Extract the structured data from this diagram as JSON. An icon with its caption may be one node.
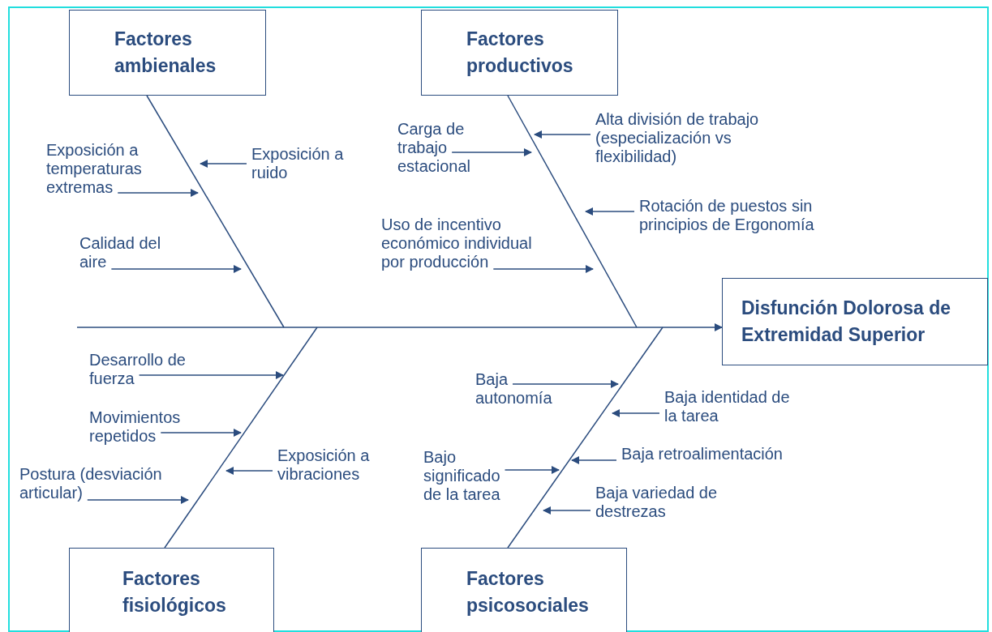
{
  "diagram": {
    "nodes": [
      {
        "text": [
          "Factores ambienales"
        ]
      },
      {
        "text": [
          "Factores productivos"
        ]
      },
      {
        "text": [
          "Exposición a temperaturas extremas"
        ]
      },
      {
        "text": [
          "Exposición a ruido"
        ]
      },
      {
        "text": [
          "Calidad del aire"
        ]
      },
      {
        "text": [
          "Carga de trabajo estacional"
        ]
      },
      {
        "text": [
          "Alta división de trabajo (especialización vs flexibilidad)"
        ]
      },
      {
        "text": [
          "Rotación de puestos sin principios de Ergonomía"
        ]
      },
      {
        "text": [
          "Uso de incentivo económico individual por producción"
        ]
      },
      {
        "text": [
          "Disfunción Dolorosa de Extremidad Superior"
        ]
      },
      {
        "text": [
          "Desarrollo de fuerza"
        ]
      },
      {
        "text": [
          "Movimientos repetidos"
        ]
      },
      {
        "text": [
          "Exposición a vibraciones"
        ]
      },
      {
        "text": [
          "Postura (desviación articular)"
        ]
      },
      {
        "text": [
          "Baja autonomía"
        ]
      },
      {
        "text": [
          "Baja identidad de la tarea"
        ]
      },
      {
        "text": [
          "Baja retroalimentación"
        ]
      },
      {
        "text": [
          "Bajo significado de la tarea"
        ]
      },
      {
        "text": [
          "Baja variedad de destrezas"
        ]
      },
      {
        "text": [
          "Factores fisiológicos"
        ]
      },
      {
        "text": [
          "Factores psicosociales"
        ]
      }
    ],
    "edges": [
      {
        "from": 0,
        "to": null,
        "arrow": "none"
      },
      {
        "from": 1,
        "to": null,
        "arrow": "none"
      },
      {
        "from": 19,
        "to": null,
        "arrow": "none"
      },
      {
        "from": 20,
        "to": null,
        "arrow": "none"
      },
      {
        "from": null,
        "to": 9,
        "arrow": "to"
      },
      {
        "from": 2,
        "to": null,
        "arrow": "to"
      },
      {
        "from": 3,
        "to": null,
        "arrow": "to"
      },
      {
        "from": 4,
        "to": null,
        "arrow": "to"
      },
      {
        "from": 5,
        "to": null,
        "arrow": "to"
      },
      {
        "from": 6,
        "to": null,
        "arrow": "to"
      },
      {
        "from": 7,
        "to": null,
        "arrow": "to"
      },
      {
        "from": 8,
        "to": null,
        "arrow": "to"
      },
      {
        "from": 10,
        "to": null,
        "arrow": "to"
      },
      {
        "from": 11,
        "to": null,
        "arrow": "to"
      },
      {
        "from": 12,
        "to": null,
        "arrow": "to"
      },
      {
        "from": 13,
        "to": null,
        "arrow": "to"
      },
      {
        "from": 14,
        "to": null,
        "arrow": "to"
      },
      {
        "from": 15,
        "to": null,
        "arrow": "to"
      },
      {
        "from": 16,
        "to": null,
        "arrow": "to"
      },
      {
        "from": 17,
        "to": null,
        "arrow": "to"
      },
      {
        "from": 18,
        "to": null,
        "arrow": "to"
      }
    ]
  }
}
